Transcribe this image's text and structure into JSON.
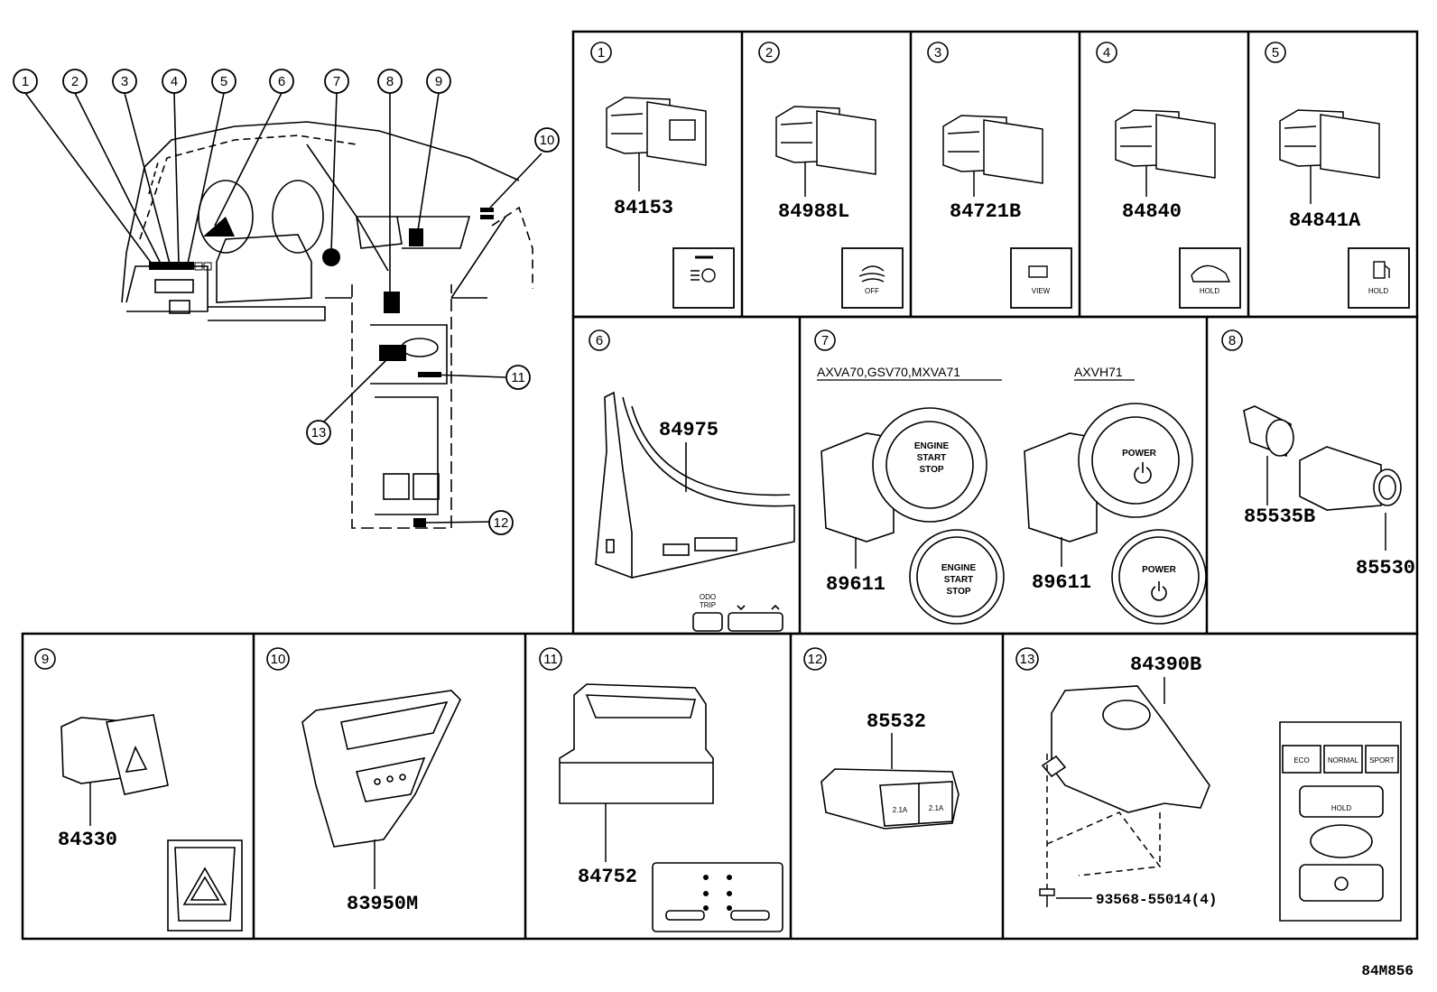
{
  "diagram_code": "84M856",
  "overview": {
    "callouts": [
      "1",
      "2",
      "3",
      "4",
      "5",
      "6",
      "7",
      "8",
      "9",
      "10",
      "11",
      "12",
      "13"
    ]
  },
  "panels": [
    {
      "num": "1",
      "parts": [
        "84153"
      ],
      "icon": "headlamp-auto-leveling-icon",
      "label": ""
    },
    {
      "num": "2",
      "parts": [
        "84988L"
      ],
      "icon": "traction-control-off-icon",
      "label": "OFF"
    },
    {
      "num": "3",
      "parts": [
        "84721B"
      ],
      "icon": "camera-view-icon",
      "label": "VIEW"
    },
    {
      "num": "4",
      "parts": [
        "84840"
      ],
      "icon": "brake-hold-icon",
      "label": "HOLD"
    },
    {
      "num": "5",
      "parts": [
        "84841A"
      ],
      "icon": "fuel-hold-icon",
      "label": "HOLD"
    },
    {
      "num": "6",
      "parts": [
        "84975"
      ],
      "labels": [
        "ODO",
        "TRIP"
      ]
    },
    {
      "num": "7",
      "parts": [
        "89611",
        "89611"
      ],
      "variants": [
        "AXVA70,GSV70,MXVA71",
        "AXVH71"
      ],
      "button_text": [
        "ENGINE",
        "START",
        "STOP"
      ],
      "power_text": "POWER"
    },
    {
      "num": "8",
      "parts": [
        "85535B",
        "85530"
      ]
    },
    {
      "num": "9",
      "parts": [
        "84330"
      ],
      "icon": "hazard-icon"
    },
    {
      "num": "10",
      "parts": [
        "83950M"
      ]
    },
    {
      "num": "11",
      "parts": [
        "84752"
      ]
    },
    {
      "num": "12",
      "parts": [
        "85532"
      ],
      "labels": [
        "2.1A",
        "2.1A"
      ]
    },
    {
      "num": "13",
      "parts": [
        "84390B",
        "93568-55014(4)"
      ],
      "labels": [
        "ECO",
        "NORMAL",
        "SPORT",
        "HOLD"
      ]
    }
  ]
}
